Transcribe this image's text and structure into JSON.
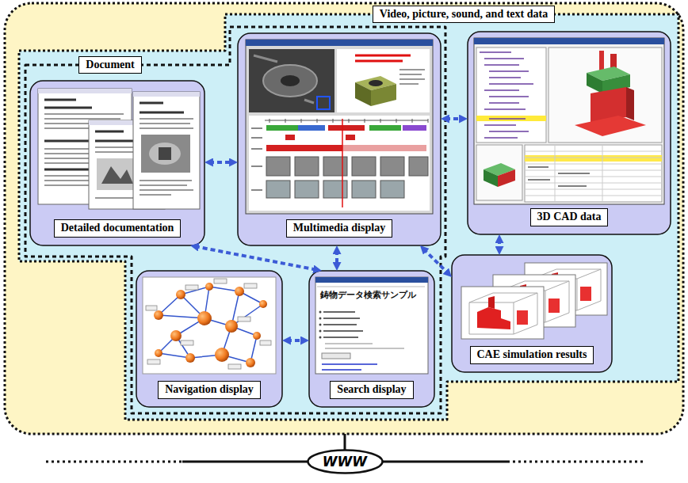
{
  "diagram": {
    "nodes": [
      {
        "text": [
          "Video, picture, sound, and text data"
        ]
      },
      {
        "text": [
          "Document"
        ],
        "in": 0
      },
      {
        "text": [
          "Detailed documentation"
        ],
        "in": 1
      },
      {
        "text": [
          "Multimedia display"
        ],
        "in": 1
      },
      {
        "text": [
          "3D CAD data"
        ],
        "in": 0
      },
      {
        "text": [
          "Navigation display"
        ],
        "in": 1
      },
      {
        "text": [
          "Search display"
        ],
        "in": 1
      },
      {
        "text": [
          "CAE simulation results"
        ],
        "in": 0
      },
      {
        "text": [
          "WWW"
        ]
      }
    ],
    "edges": [
      {
        "from": 2,
        "to": 3,
        "arrow": "both"
      },
      {
        "from": 3,
        "to": 4,
        "arrow": "both"
      },
      {
        "from": 3,
        "to": 6,
        "arrow": "both"
      },
      {
        "from": 2,
        "to": 6,
        "arrow": "both"
      },
      {
        "from": 5,
        "to": 6,
        "arrow": "both"
      },
      {
        "from": 3,
        "to": 7,
        "arrow": "both"
      },
      {
        "from": 4,
        "to": 7,
        "arrow": "both"
      }
    ],
    "labels": [
      "鋳物データ検索サンプル"
    ]
  }
}
